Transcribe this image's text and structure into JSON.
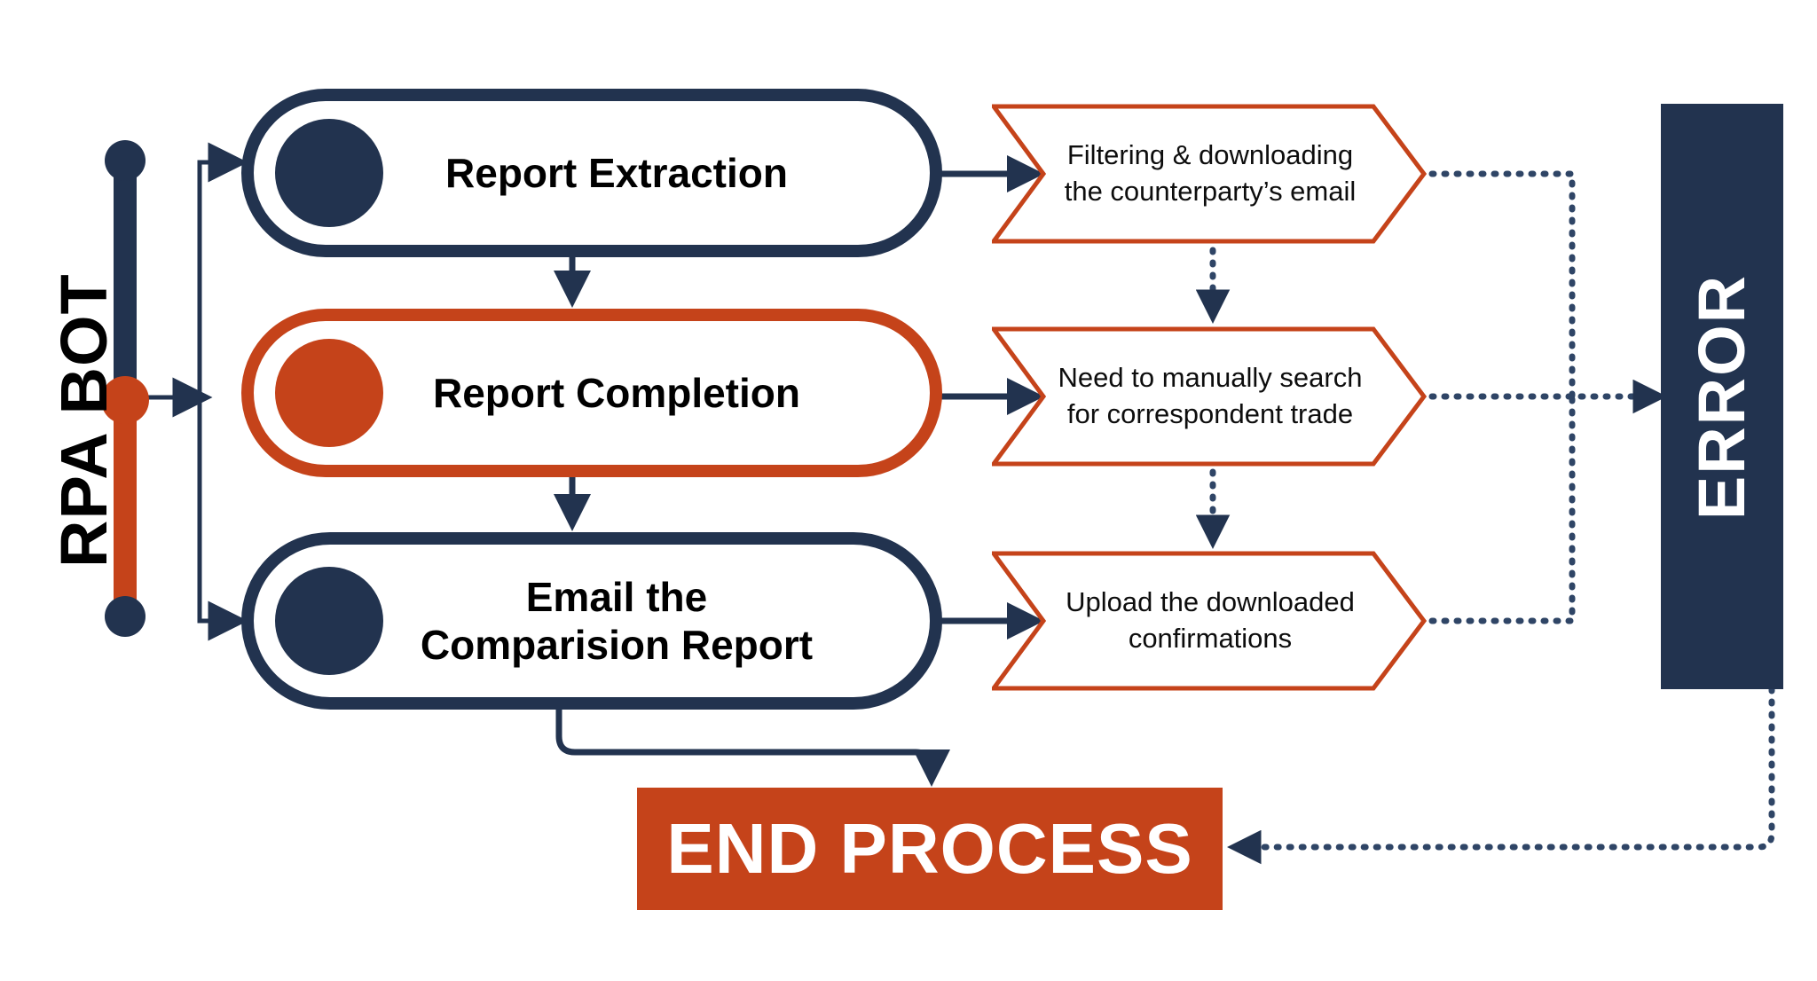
{
  "colors": {
    "navy": "#22334f",
    "orange": "#c5431a",
    "text": "#000000",
    "white": "#ffffff",
    "background": "#ffffff"
  },
  "timeline": {
    "label": "RPA BOT",
    "dots": [
      {
        "name": "top-dot",
        "color": "#22334f"
      },
      {
        "name": "middle-dot",
        "color": "#c5431a"
      },
      {
        "name": "bottom-dot",
        "color": "#22334f"
      }
    ],
    "segments": [
      {
        "name": "upper-segment",
        "color": "#22334f"
      },
      {
        "name": "lower-segment",
        "color": "#c5431a"
      }
    ]
  },
  "steps": [
    {
      "id": "report-extraction",
      "label": "Report Extraction",
      "accent": "#22334f",
      "style": "navy"
    },
    {
      "id": "report-completion",
      "label": "Report Completion",
      "accent": "#c5431a",
      "style": "orange"
    },
    {
      "id": "email-comparision-report",
      "line1": "Email the",
      "line2": "Comparision Report",
      "accent": "#22334f",
      "style": "navy"
    }
  ],
  "callouts": [
    {
      "id": "callout-filtering",
      "line1": "Filtering & downloading",
      "line2": "the counterparty’s email",
      "border": "#c5431a"
    },
    {
      "id": "callout-manual-search",
      "line1": "Need to manually search",
      "line2": "for correspondent trade",
      "border": "#c5431a"
    },
    {
      "id": "callout-upload",
      "line1": "Upload the downloaded",
      "line2": "confirmations",
      "border": "#c5431a"
    }
  ],
  "error": {
    "label": "ERROR",
    "fill": "#22334f",
    "text_color": "#ffffff"
  },
  "end": {
    "label": "END PROCESS",
    "fill": "#c5431a",
    "text_color": "#ffffff"
  }
}
